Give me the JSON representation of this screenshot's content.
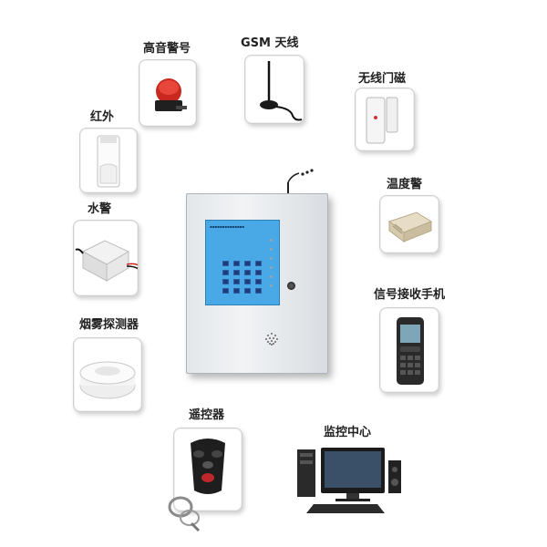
{
  "labels": {
    "siren": "高音警号",
    "gsm_antenna": "GSM 天线",
    "wireless_door": "无线门磁",
    "infrared": "红外",
    "temperature": "温度警",
    "water": "水警",
    "phone": "信号接收手机",
    "smoke": "烟雾探测器",
    "remote": "遥控器",
    "monitor": "监控中心"
  },
  "colors": {
    "panel_face": "#49a9e6",
    "keypad": "#1d3e7a",
    "tile_border": "#cfcfcf"
  }
}
